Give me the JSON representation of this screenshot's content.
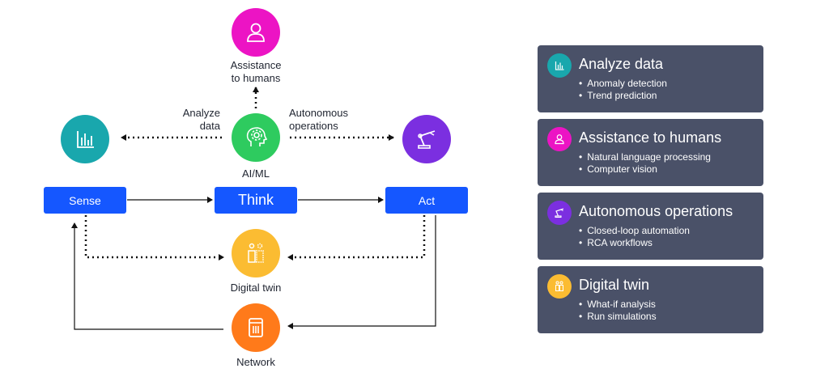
{
  "diagram": {
    "nodes": {
      "assistance": {
        "label_line1": "Assistance",
        "label_line2": "to humans",
        "icon": "person-icon",
        "color": "#ec14c4"
      },
      "aiml": {
        "label": "AI/ML",
        "icon": "brain-gear-icon",
        "color": "#2ecb5f"
      },
      "analyze": {
        "icon": "bar-chart-icon",
        "color": "#19a7ad"
      },
      "act_icon": {
        "icon": "robot-arm-icon",
        "color": "#7b2fe0"
      },
      "digital_twin": {
        "label": "Digital twin",
        "icon": "twin-people-icon",
        "color": "#fbbc32"
      },
      "network": {
        "label": "Network",
        "icon": "server-rack-icon",
        "color": "#ff7a1a"
      }
    },
    "edge_labels": {
      "analyze_line1": "Analyze",
      "analyze_line2": "data",
      "autonomous_line1": "Autonomous",
      "autonomous_line2": "operations"
    },
    "boxes": {
      "sense": "Sense",
      "think": "Think",
      "act": "Act"
    },
    "box_color": "#1557ff"
  },
  "cards": [
    {
      "title": "Analyze data",
      "icon": "bar-chart-icon",
      "color": "#19a7ad",
      "items": [
        "Anomaly detection",
        "Trend prediction"
      ]
    },
    {
      "title": "Assistance to humans",
      "icon": "person-icon",
      "color": "#ec14c4",
      "items": [
        "Natural language processing",
        "Computer vision"
      ]
    },
    {
      "title": "Autonomous operations",
      "icon": "robot-arm-icon",
      "color": "#7b2fe0",
      "items": [
        "Closed-loop automation",
        "RCA workflows"
      ]
    },
    {
      "title": "Digital twin",
      "icon": "twin-people-icon",
      "color": "#fbbc32",
      "items": [
        "What-if analysis",
        "Run simulations"
      ]
    }
  ],
  "card_color": "#4a5168"
}
